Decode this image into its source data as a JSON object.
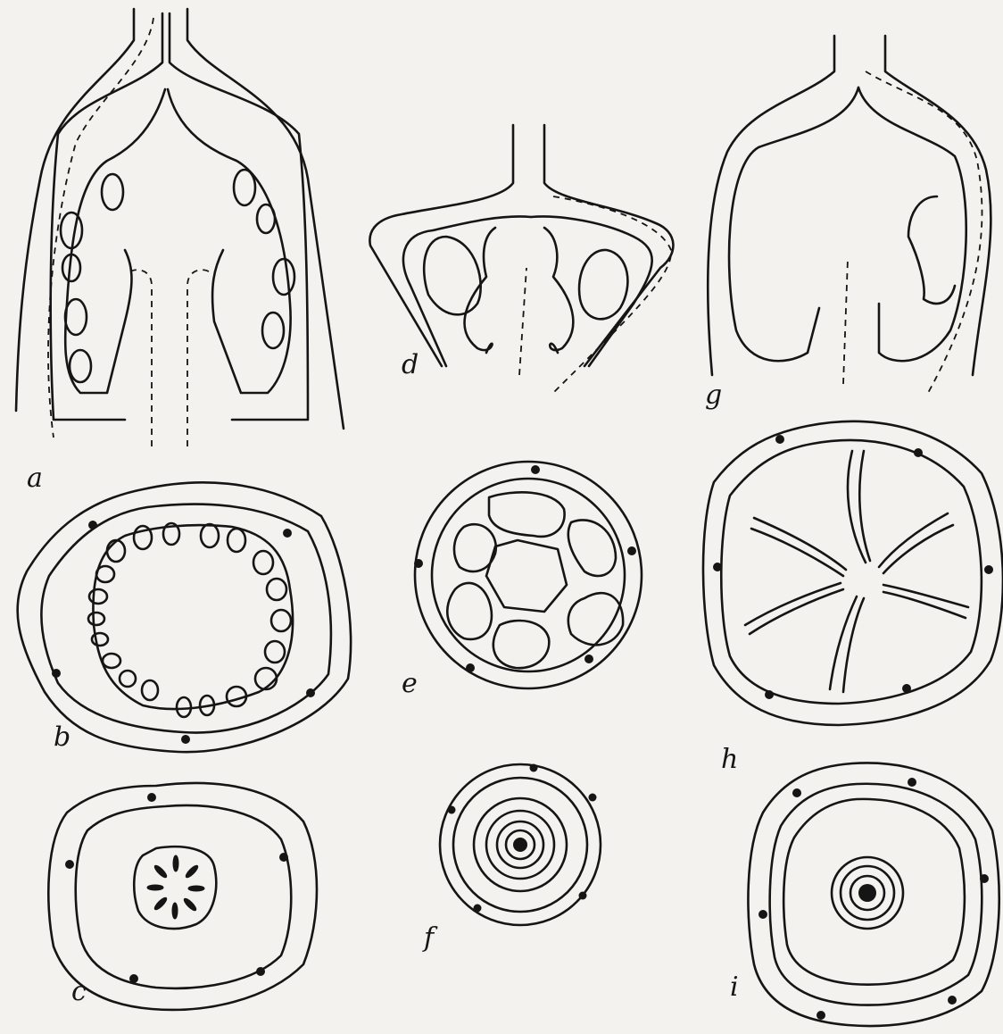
{
  "figure": {
    "panel_labels": {
      "a": "a",
      "b": "b",
      "c": "c",
      "d": "d",
      "e": "e",
      "f": "f",
      "g": "g",
      "h": "h",
      "i": "i"
    },
    "colors": {
      "ink": "#151515",
      "paper": "#f3f2ee"
    }
  }
}
